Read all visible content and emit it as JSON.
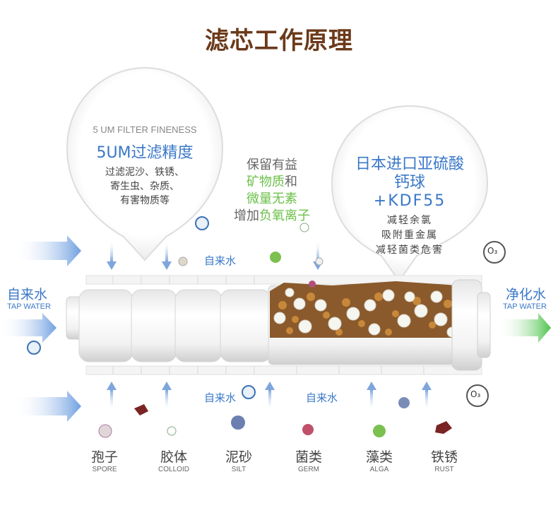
{
  "title": "滤芯工作原理",
  "bubble_left": {
    "en": "5 UM FILTER FINENESS",
    "cn": "5UM过滤精度",
    "lines": [
      "过滤泥沙、铁锈、",
      "寄生虫、杂质、",
      "有害物质等"
    ]
  },
  "middle_text": {
    "line1": "保留有益",
    "line2_green": "矿物质",
    "line2_rest": "和",
    "line3_green": "微量无素",
    "line4_prefix": "增加",
    "line4_green": "负氧离子"
  },
  "bubble_right": {
    "line1": "日本进口亚硫酸",
    "line2": "钙球",
    "line3": "+KDF55",
    "lines": [
      "减轻余氯",
      "吸附重金属",
      "减轻菌类危害"
    ]
  },
  "inlet": {
    "cn": "自来水",
    "en": "TAP WATER"
  },
  "outlet": {
    "cn": "净化水",
    "en": "TAP WATER"
  },
  "tap_labels": [
    "自来水",
    "自来水",
    "自来水"
  ],
  "ozone_label": "O₃",
  "impurities": [
    {
      "cn": "孢子",
      "en": "SPORE"
    },
    {
      "cn": "胶体",
      "en": "COLLOID"
    },
    {
      "cn": "泥砂",
      "en": "SILT"
    },
    {
      "cn": "菌类",
      "en": "GERM"
    },
    {
      "cn": "藻类",
      "en": "ALGA"
    },
    {
      "cn": "铁锈",
      "en": "RUST"
    }
  ],
  "colors": {
    "title": "#6b3a1a",
    "blue": "#3a78c8",
    "green": "#6cc04a",
    "arrow_blue": "#7ea6dc"
  }
}
